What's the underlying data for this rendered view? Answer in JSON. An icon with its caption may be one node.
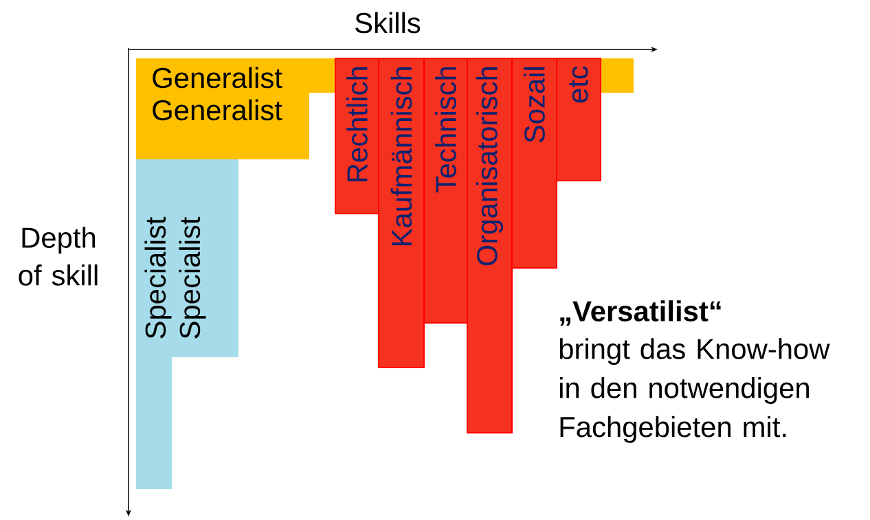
{
  "diagram": {
    "nodes": [
      {
        "text": [
          "Generalist",
          "Generalist"
        ]
      },
      {
        "text": [
          "Specialist",
          "Specialist"
        ]
      },
      {
        "text": [
          "Rechtlich"
        ]
      },
      {
        "text": [
          "Kaufmännisch"
        ]
      },
      {
        "text": [
          "Technisch"
        ]
      },
      {
        "text": [
          "Organisatorisch"
        ]
      },
      {
        "text": [
          "Sozail"
        ]
      },
      {
        "text": [
          "etc"
        ]
      }
    ],
    "labels": [
      "Skills",
      "Depth of skill",
      "„Versatilist“",
      "bringt das Know-how in den notwendigen Fachgebieten mit."
    ]
  }
}
